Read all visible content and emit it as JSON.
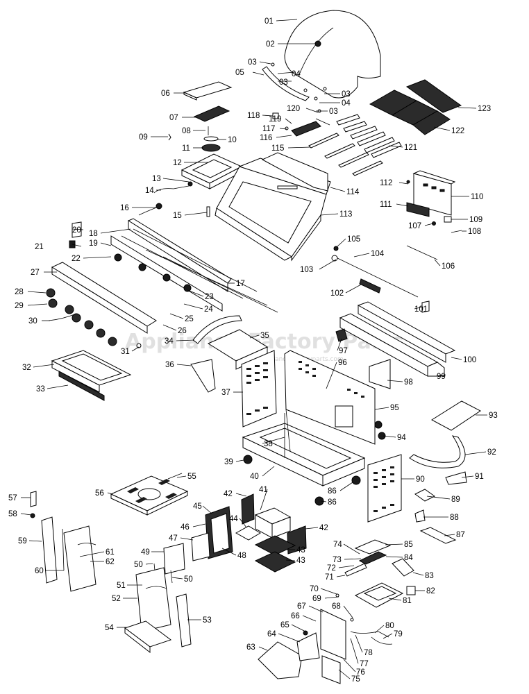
{
  "watermark": {
    "text": "Appliance Factory Parts",
    "url": "www.appliancefactoryparts.com"
  },
  "part_numbers": [
    "01",
    "02",
    "03",
    "04",
    "05",
    "06",
    "07",
    "08",
    "09",
    "10",
    "11",
    "12",
    "13",
    "14",
    "15",
    "16",
    "17",
    "18",
    "19",
    "20",
    "21",
    "22",
    "23",
    "24",
    "25",
    "26",
    "27",
    "28",
    "29",
    "30",
    "31",
    "32",
    "33",
    "34",
    "35",
    "36",
    "37",
    "38",
    "39",
    "40",
    "41",
    "42",
    "43",
    "44",
    "45",
    "46",
    "47",
    "48",
    "49",
    "50",
    "51",
    "52",
    "53",
    "54",
    "55",
    "56",
    "57",
    "58",
    "59",
    "60",
    "61",
    "62",
    "63",
    "64",
    "65",
    "66",
    "67",
    "68",
    "69",
    "70",
    "71",
    "72",
    "73",
    "74",
    "75",
    "76",
    "77",
    "78",
    "79",
    "80",
    "81",
    "82",
    "83",
    "84",
    "85",
    "86",
    "87",
    "88",
    "89",
    "90",
    "91",
    "92",
    "93",
    "94",
    "95",
    "96",
    "97",
    "98",
    "99",
    "100",
    "101",
    "102",
    "103",
    "104",
    "105",
    "106",
    "107",
    "108",
    "109",
    "110",
    "111",
    "112",
    "113",
    "114",
    "115",
    "116",
    "117",
    "118",
    "119",
    "120",
    "121",
    "122",
    "123"
  ]
}
